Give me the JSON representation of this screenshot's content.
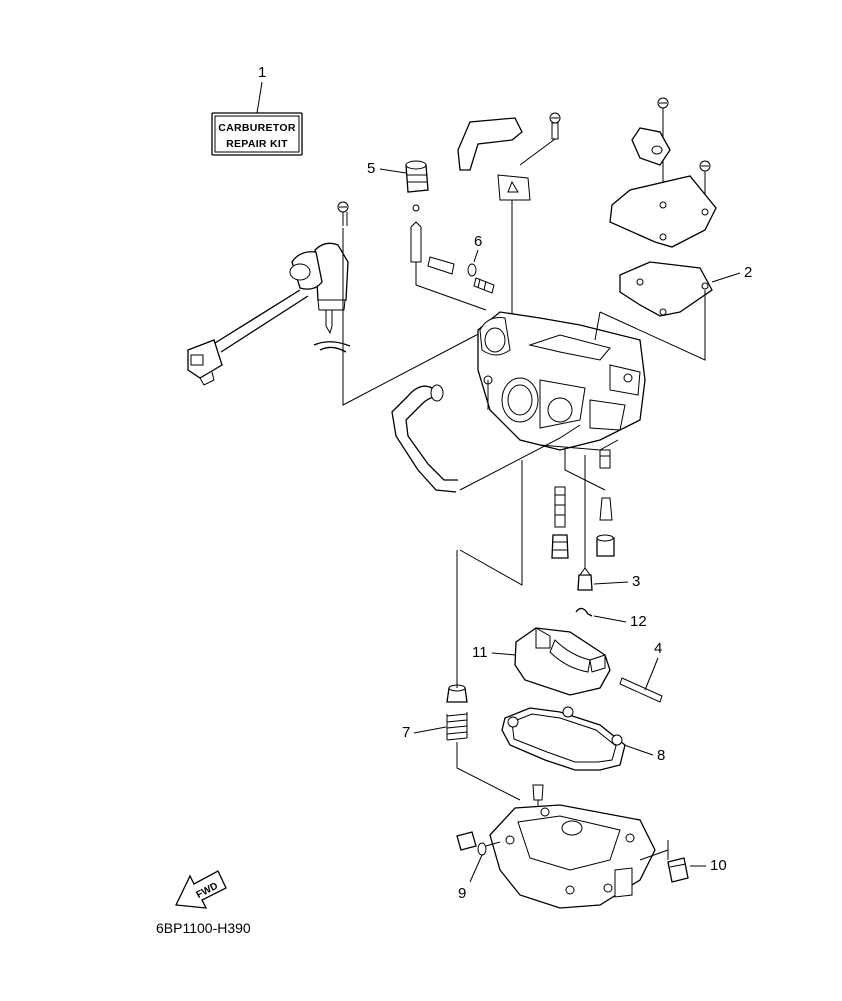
{
  "diagram_code": "6BP1100-H390",
  "repair_kit": {
    "line1": "CARBURETOR",
    "line2": "REPAIR KIT"
  },
  "fwd_label": "FWD",
  "callouts": {
    "c1": "1",
    "c2": "2",
    "c3": "3",
    "c4": "4",
    "c5": "5",
    "c6": "6",
    "c7": "7",
    "c8": "8",
    "c9": "9",
    "c10": "10",
    "c11": "11",
    "c12": "12"
  }
}
